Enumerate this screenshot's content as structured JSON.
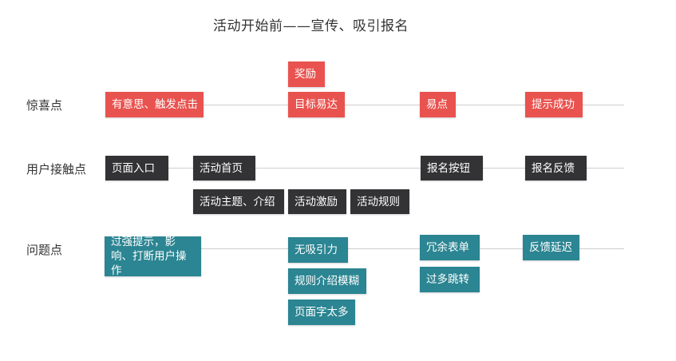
{
  "title": "活动开始前——宣传、吸引报名",
  "colors": {
    "surprise": "#e9534f",
    "touchpoint": "#333336",
    "problem": "#2b8592",
    "line": "#cfcfcf"
  },
  "rows": {
    "surprise": {
      "label": "惊喜点",
      "items": [
        "有意思、触发点击",
        "奖励",
        "目标易达",
        "易点",
        "提示成功"
      ]
    },
    "touchpoint": {
      "label": "用户接触点",
      "items": [
        "页面入口",
        "活动首页",
        "活动主题、介绍",
        "活动激励",
        "活动规则",
        "报名按钮",
        "报名反馈"
      ]
    },
    "problem": {
      "label": "问题点",
      "items": [
        "过强提示，影响、打断用户操作",
        "无吸引力",
        "规则介绍模糊",
        "页面字太多",
        "冗余表单",
        "过多跳转",
        "反馈延迟"
      ]
    }
  }
}
